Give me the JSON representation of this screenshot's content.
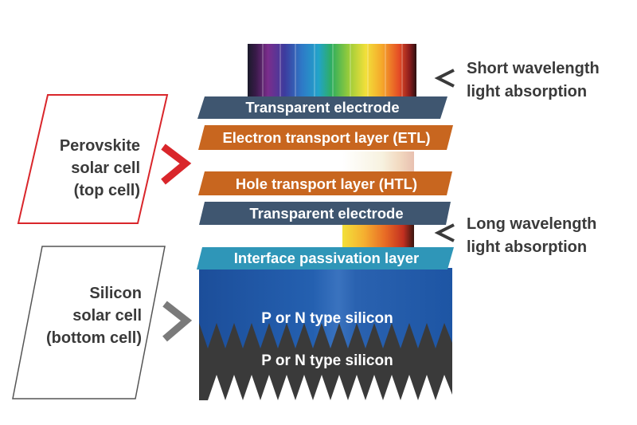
{
  "layers": {
    "top_electrode": "Transparent electrode",
    "etl": "Electron transport layer (ETL)",
    "htl": "Hole transport layer (HTL)",
    "bottom_electrode": "Transparent electrode",
    "passivation": "Interface passivation layer",
    "silicon_upper": "P or N type silicon",
    "silicon_lower": "P or N type silicon"
  },
  "cells": {
    "top": {
      "line1": "Perovskite",
      "line2": "solar cell",
      "line3": "(top cell)"
    },
    "bottom": {
      "line1": "Silicon",
      "line2": "solar cell",
      "line3": "(bottom cell)"
    }
  },
  "absorption": {
    "short": {
      "line1": "Short wavelength",
      "line2": "light absorption"
    },
    "long": {
      "line1": "Long wavelength",
      "line2": "light absorption"
    }
  },
  "colors": {
    "electrode": "#3f5670",
    "transport": "#c8661f",
    "passivation": "#2f96b8",
    "silicon_blue": "#1f5aa8",
    "silicon_dark": "#3a3a3a",
    "top_cell_accent": "#d9262b",
    "bottom_cell_accent": "#7a7a7a",
    "label_text": "#3a3a3a"
  },
  "icons": {
    "top_cell": "chevron-right-icon",
    "bottom_cell": "chevron-right-icon",
    "absorption": "chevron-left-icon"
  }
}
